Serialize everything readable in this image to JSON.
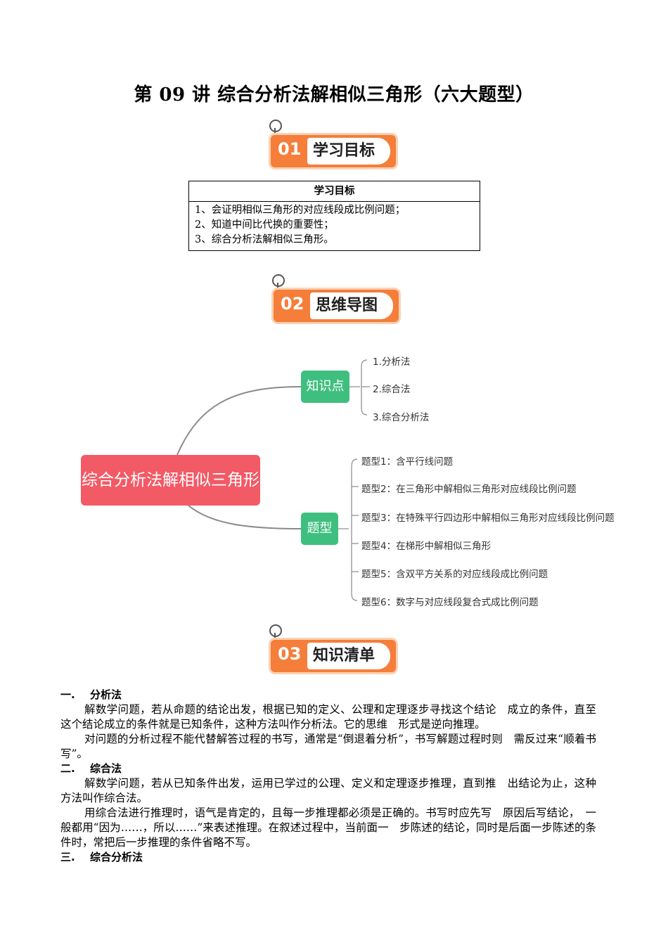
{
  "title": "第 09 讲  综合分析法解相似三角形（六大题型）",
  "sections": [
    {
      "num": "01",
      "label": "学习目标"
    },
    {
      "num": "02",
      "label": "思维导图"
    },
    {
      "num": "03",
      "label": "知识清单"
    }
  ],
  "objectives": {
    "header": "学习目标",
    "items": [
      "1、会证明相似三角形的对应线段成比例问题；",
      "2、知道中间比代换的重要性；",
      "3、综合分析法解相似三角形。"
    ]
  },
  "mindmap": {
    "root": "综合分析法解相似三角形",
    "knowledge": {
      "label": "知识点",
      "items": [
        "1.分析法",
        "2.综合法",
        "3.综合分析法"
      ]
    },
    "types": {
      "label": "题型",
      "items": [
        "题型1：含平行线问题",
        "题型2：在三角形中解相似三角形对应线段比例问题",
        "题型3：在特殊平行四边形中解相似三角形对应线段比例问题",
        "题型4：在梯形中解相似三角形",
        "题型5：含双平方关系的对应线段成比例问题",
        "题型6：数字与对应线段复合式成比例问题"
      ]
    }
  },
  "content": {
    "s1": {
      "num": "一.",
      "title": "分析法",
      "p1": "解数学问题，若从命题的结论出发，根据已知的定义、公理和定理逐步寻找这个结论　成立的条件，直至这个结论成立的条件就是已知条件，这种方法叫作分析法。它的思维　形式是逆向推理。",
      "p2": "对问题的分析过程不能代替解答过程的书写，通常是“倒退着分析”，书写解题过程时则　需反过来“顺着书写”。"
    },
    "s2": {
      "num": "二.",
      "title": "综合法",
      "p1": "解数学问题，若从已知条件出发，运用已学过的公理、定义和定理逐步推理，直到推　出结论为止，这种方法叫作综合法。",
      "p2": "用综合法进行推理时，语气是肯定的，且每一步推理都必须是正确的。书写时应先写　原因后写结论，　一般都用“因为……，所以……”来表述推理。在叙述过程中，当前面一　步陈述的结论，同时是后面一步陈述的条件时，常把后一步推理的条件省略不写。"
    },
    "s3": {
      "num": "三.",
      "title": "综合分析法"
    }
  }
}
